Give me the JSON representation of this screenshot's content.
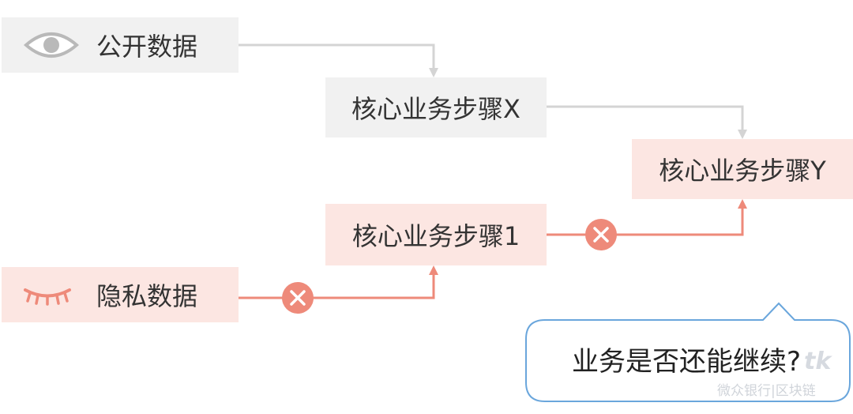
{
  "nodes": {
    "public_data": "公开数据",
    "private_data": "隐私数据",
    "step_x": "核心业务步骤X",
    "step_y": "核心业务步骤Y",
    "step_1": "核心业务步骤1"
  },
  "question": "业务是否还能继续?",
  "watermark": {
    "logo": "tk",
    "text": "微众银行|区块链"
  },
  "colors": {
    "gray_box": "#f1f1f1",
    "pink_box": "#fce6e2",
    "gray_line": "#d4d4d4",
    "red_line": "#ee8a7a",
    "bubble_border": "#6aa6dc"
  },
  "icons": {
    "public": "eye-icon",
    "private": "closed-eye-icon",
    "blocked": "x-circle-icon"
  }
}
